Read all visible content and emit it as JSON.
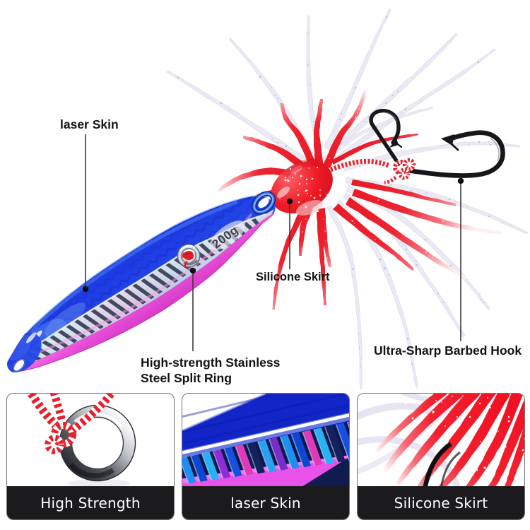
{
  "page": {
    "background": "#ffffff"
  },
  "annotations": {
    "laser_skin": {
      "label": "laser Skin"
    },
    "silicone_skirt": {
      "label": "Silicone Skirt"
    },
    "split_ring": {
      "label_line1": "High-strength Stainless",
      "label_line2": "Steel Split Ring"
    },
    "barbed_hook": {
      "label": "Ultra-Sharp Barbed Hook"
    }
  },
  "product": {
    "weight_label": "200g",
    "parts": [
      "laser skin jig body",
      "silicone skirt",
      "stainless steel split ring",
      "barbed assist hooks"
    ]
  },
  "panels": [
    {
      "caption": "High Strength"
    },
    {
      "caption": "laser Skin"
    },
    {
      "caption": "Silicone Skirt"
    }
  ],
  "colors": {
    "body_blue": "#1d37d8",
    "body_pink": "#e457d8",
    "skirt_red": "#ec1723",
    "caption_bar": "#1b1b1d",
    "label_text": "#111111"
  }
}
